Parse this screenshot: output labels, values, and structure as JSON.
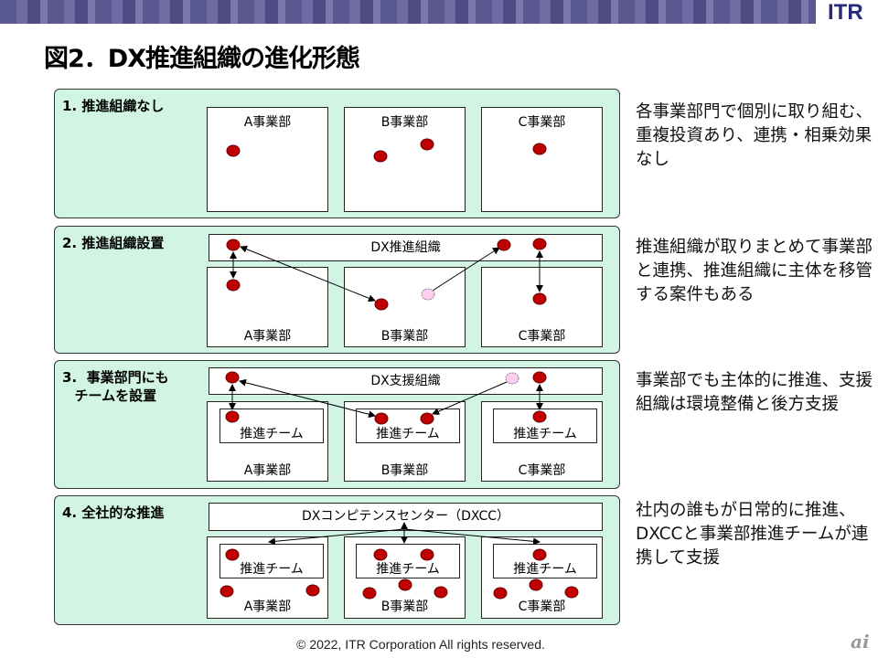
{
  "header": {
    "logo": "ITR",
    "title": "図2．DX推進組織の進化形態"
  },
  "stages": [
    {
      "label": "1.  推進組織なし",
      "units": [
        "A事業部",
        "B事業部",
        "C事業部"
      ],
      "description": "各事業部門で個別に取り組む、重複投資あり、連携・相乗効果なし"
    },
    {
      "label": "2.  推進組織設置",
      "org": "DX推進組織",
      "units": [
        "A事業部",
        "B事業部",
        "C事業部"
      ],
      "description": "推進組織が取りまとめて事業部と連携、推進組織に主体を移管する案件もある"
    },
    {
      "label": "3.  事業部門にも\nチームを設置",
      "org": "DX支援組織",
      "team": "推進チーム",
      "units": [
        "A事業部",
        "B事業部",
        "C事業部"
      ],
      "description": "事業部でも主体的に推進、支援組織は環境整備と後方支援"
    },
    {
      "label": "4.  全社的な推進",
      "org": "DXコンピテンスセンター（DXCC）",
      "team": "推進チーム",
      "units": [
        "A事業部",
        "B事業部",
        "C事業部"
      ],
      "description": "社内の誰もが日常的に推進、DXCCと事業部推進チームが連携して支援"
    }
  ],
  "colors": {
    "panel": "#d2f5e3",
    "dot": "#c00000",
    "transfer_dot": "#ffccf2"
  },
  "footer": {
    "copyright": "© 2022, ITR Corporation  All rights reserved.",
    "watermark": "ai"
  }
}
